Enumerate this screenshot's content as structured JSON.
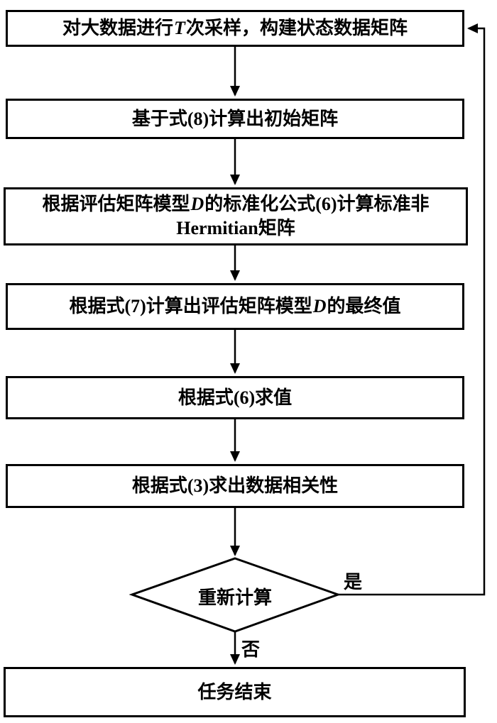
{
  "flowchart": {
    "nodes": {
      "sample": {
        "pre": "对大数据进行",
        "var": "T",
        "post": "次采样，构建状态数据矩阵"
      },
      "initial": {
        "text": "基于式(8)计算出初始矩阵"
      },
      "standardize": {
        "pre": "根据评估矩阵模型",
        "var": "D",
        "post": "的标准化公式(6)计算标准非",
        "line2": "Hermitian矩阵"
      },
      "final_value": {
        "pre": "根据式(7)计算出评估矩阵模型",
        "var": "D",
        "post": "的最终值"
      },
      "evaluate": {
        "text": "根据式(6)求值"
      },
      "correlation": {
        "text": "根据式(3)求出数据相关性"
      },
      "decision": {
        "text": "重新计算"
      },
      "end": {
        "text": "任务结束"
      }
    },
    "labels": {
      "yes": "是",
      "no": "否"
    },
    "colors": {
      "stroke": "#000000",
      "background": "#ffffff"
    }
  }
}
